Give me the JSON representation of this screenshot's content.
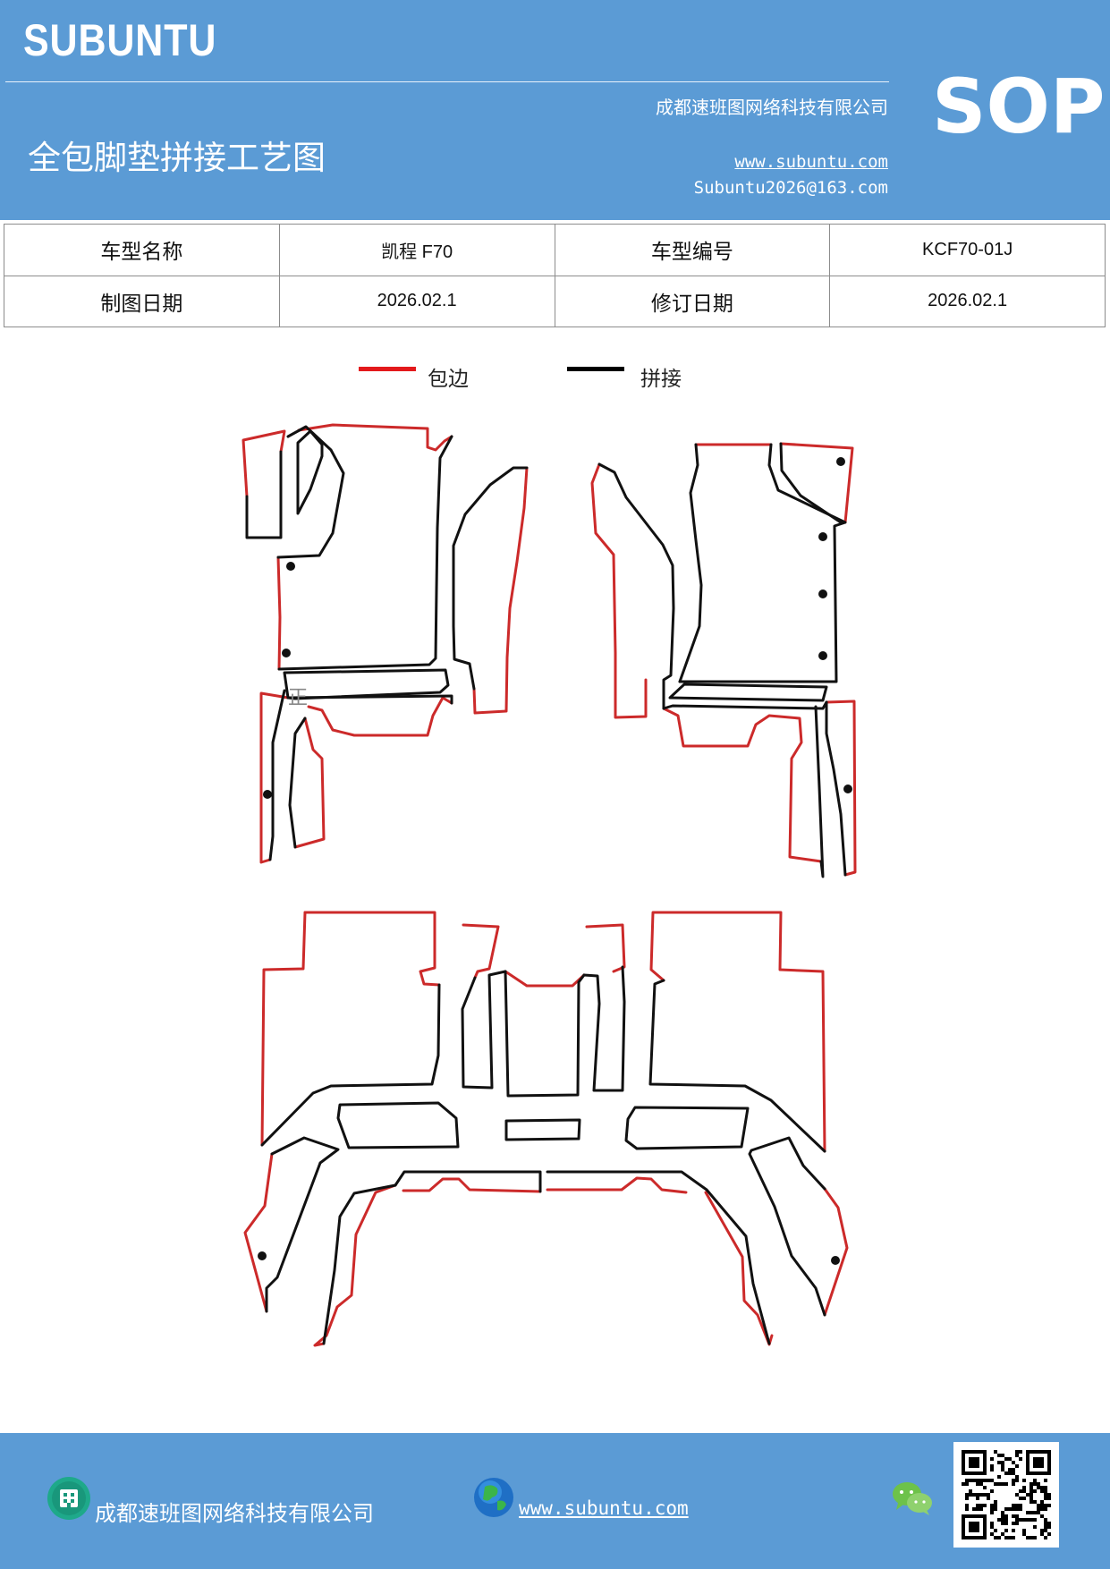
{
  "header": {
    "logo": "SUBUNTU",
    "company": "成都速班图网络科技有限公司",
    "title": "全包脚垫拼接工艺图",
    "website": "www.subuntu.com",
    "email": "Subuntu2026@163.com",
    "badge": "SOP",
    "background_color": "#5b9bd5"
  },
  "info_table": {
    "rows": [
      {
        "label1": "车型名称",
        "value1": "凯程 F70",
        "label2": "车型编号",
        "value2": "KCF70-01J"
      },
      {
        "label1": "制图日期",
        "value1": "2026.02.1",
        "label2": "修订日期",
        "value2": "2026.02.1"
      }
    ]
  },
  "legend": [
    {
      "label": "包边",
      "color": "#e3191c"
    },
    {
      "label": "拼接",
      "color": "#000000"
    }
  ],
  "drawing": {
    "stray_label": "正",
    "edge_color": "#cc2a2a",
    "seam_color": "#111111"
  },
  "footer": {
    "company": "成都速班图网络科技有限公司",
    "website": "www.subuntu.com",
    "icons": [
      "building-icon",
      "globe-icon",
      "wechat-icon",
      "qr-code"
    ]
  }
}
